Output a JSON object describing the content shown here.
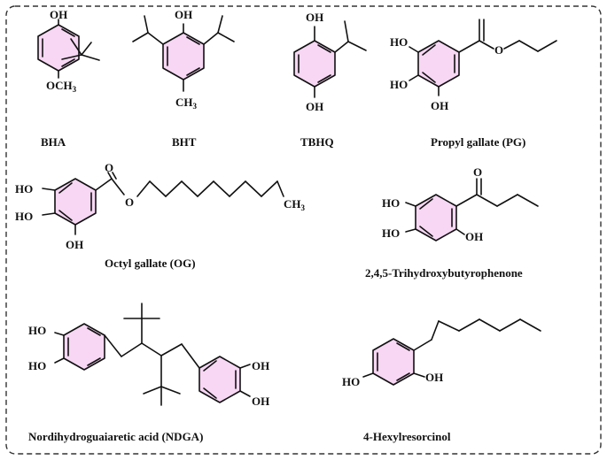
{
  "colors": {
    "ring_fill": "#f7d7f4",
    "ink": "#111111",
    "frame": "#333333"
  },
  "molecules": {
    "bha": {
      "name": "BHA",
      "oh": "OH",
      "och3_main": "OCH",
      "och3_sub": "3"
    },
    "bht": {
      "name": "BHT",
      "oh": "OH",
      "ch3_main": "CH",
      "ch3_sub": "3"
    },
    "tbhq": {
      "name": "TBHQ",
      "oh_top": "OH",
      "oh_bottom": "OH"
    },
    "pg": {
      "name": "Propyl gallate (PG)",
      "ho_top": "HO",
      "ho_mid": "HO",
      "oh_bottom": "OH",
      "o_ester": "O"
    },
    "og": {
      "name": "Octyl gallate (OG)",
      "ho_top": "HO",
      "ho_mid": "HO",
      "oh_bottom": "OH",
      "o_carbonyl": "O",
      "o_ester": "O",
      "ch3_main": "CH",
      "ch3_sub": "3"
    },
    "thbp": {
      "name": "2,4,5-Trihydroxybutyrophenone",
      "ho_top": "HO",
      "ho_bottom": "HO",
      "oh_right": "OH",
      "o_carbonyl": "O"
    },
    "ndga": {
      "name": "Nordihydroguaiaretic acid (NDGA)",
      "ho_top": "HO",
      "ho_bottom": "HO",
      "oh_top": "OH",
      "oh_bottom": "OH"
    },
    "hexres": {
      "name": "4-Hexylresorcinol",
      "ho": "HO",
      "oh": "OH"
    }
  }
}
